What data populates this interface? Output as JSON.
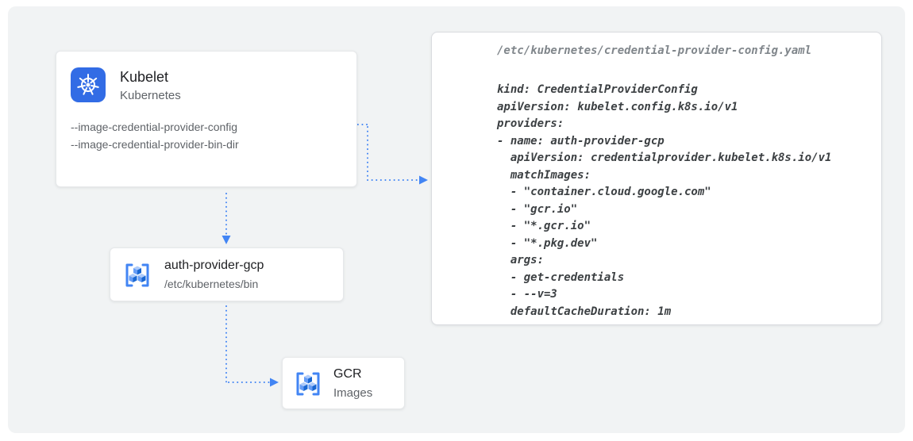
{
  "diagram": {
    "kubelet_card": {
      "title": "Kubelet",
      "subtitle": "Kubernetes",
      "flags": [
        "--image-credential-provider-config",
        "--image-credential-provider-bin-dir"
      ]
    },
    "auth_provider_card": {
      "title": "auth-provider-gcp",
      "subtitle": "/etc/kubernetes/bin"
    },
    "gcr_card": {
      "title": "GCR",
      "subtitle": "Images"
    },
    "code_card": {
      "filename": "/etc/kubernetes/credential-provider-config.yaml",
      "lines": [
        "kind: CredentialProviderConfig",
        "apiVersion: kubelet.config.k8s.io/v1",
        "providers:",
        "- name: auth-provider-gcp",
        "  apiVersion: credentialprovider.kubelet.k8s.io/v1",
        "  matchImages:",
        "  - \"container.cloud.google.com\"",
        "  - \"gcr.io\"",
        "  - \"*.gcr.io\"",
        "  - \"*.pkg.dev\"",
        "  args:",
        "  - get-credentials",
        "  - --v=3",
        "  defaultCacheDuration: 1m"
      ]
    },
    "icons": {
      "kubelet": "kubernetes-helm-icon",
      "auth_provider": "container-registry-icon",
      "gcr": "container-registry-icon"
    },
    "colors": {
      "accent_blue": "#4285f4",
      "panel_bg": "#f1f3f4",
      "card_bg": "#ffffff",
      "text_dark": "#202124",
      "text_gray": "#5f6368",
      "code_text": "#3c4043",
      "code_filename": "#80868b",
      "kubernetes_blue": "#326ce5"
    }
  }
}
